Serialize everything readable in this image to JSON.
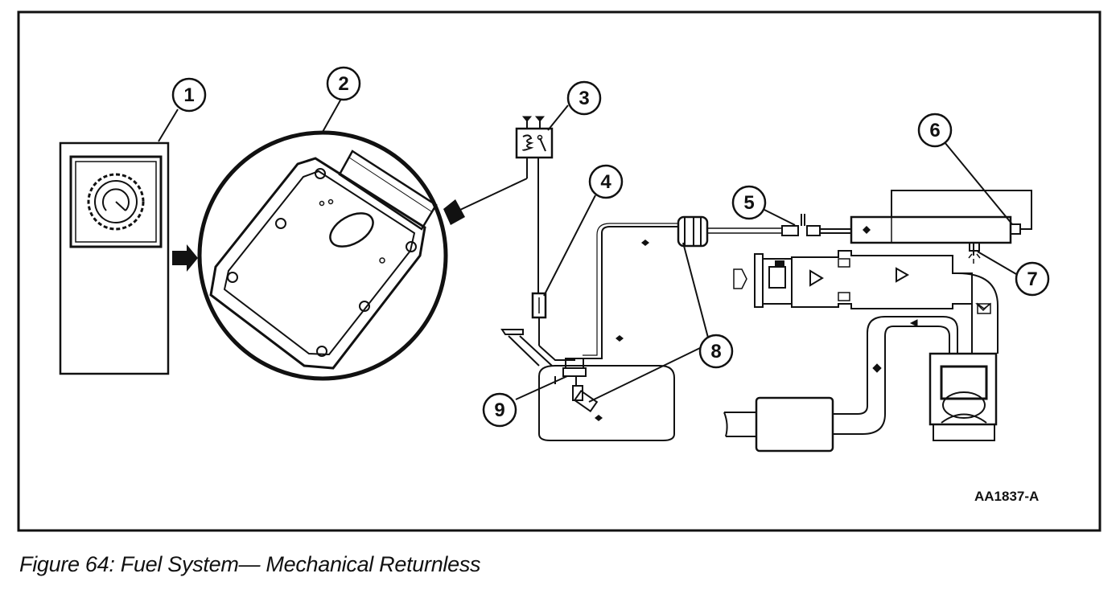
{
  "figure": {
    "code": "AA1837-A",
    "caption": "Figure 64: Fuel System— Mechanical Returnless"
  },
  "callouts": [
    {
      "id": "callout-1",
      "label": "1"
    },
    {
      "id": "callout-2",
      "label": "2"
    },
    {
      "id": "callout-3",
      "label": "3"
    },
    {
      "id": "callout-4",
      "label": "4"
    },
    {
      "id": "callout-5",
      "label": "5"
    },
    {
      "id": "callout-6",
      "label": "6"
    },
    {
      "id": "callout-7",
      "label": "7"
    },
    {
      "id": "callout-8",
      "label": "8"
    },
    {
      "id": "callout-9",
      "label": "9"
    }
  ]
}
